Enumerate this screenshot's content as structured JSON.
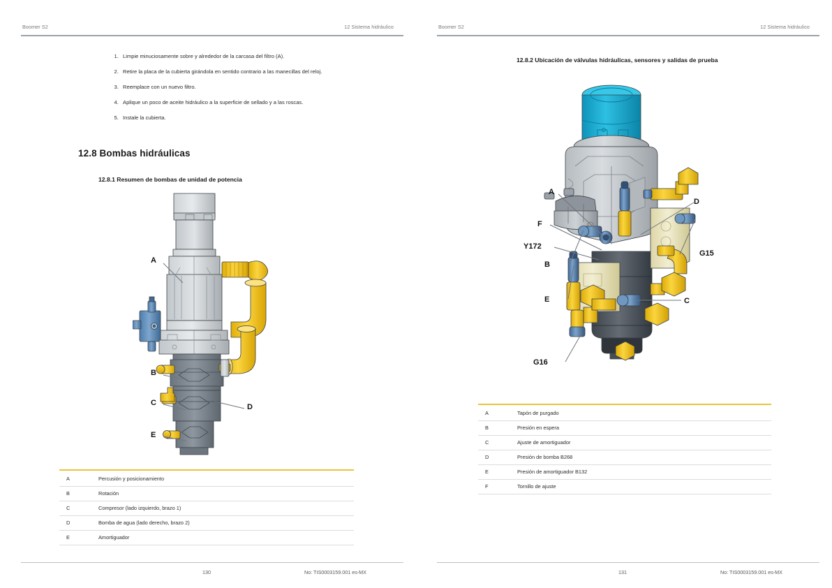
{
  "document": {
    "header_left": "Boomer S2",
    "header_right": "12 Sistema hidráulico",
    "doc_number": "No: TIS0003159.001 es-MX"
  },
  "left_page": {
    "page_number": "130",
    "steps": [
      "Limpie minuciosamente sobre y alrededor de la carcasa del filtro (A).",
      "Retire la placa de la cubierta girándola en sentido contrario a las manecillas del reloj.",
      "Reemplace con un nuevo filtro.",
      "Aplique un poco de aceite hidráulico a la superficie de sellado y a las roscas.",
      "Instale la cubierta."
    ],
    "section_heading": "12.8  Bombas hidráulicas",
    "subsection_heading": "12.8.1 Resumen de bombas de unidad de potencia",
    "figure": {
      "name": "power-pack-pumps-illustration",
      "callouts": [
        "A",
        "B",
        "C",
        "D",
        "E"
      ]
    },
    "table": {
      "rows": [
        {
          "key": "A",
          "value": "Percusión y posicionamiento"
        },
        {
          "key": "B",
          "value": "Rotación"
        },
        {
          "key": "C",
          "value": "Compresor (lado izquierdo, brazo 1)"
        },
        {
          "key": "D",
          "value": "Bomba de agua (lado derecho, brazo 2)"
        },
        {
          "key": "E",
          "value": "Amortiguador"
        }
      ]
    }
  },
  "right_page": {
    "page_number": "131",
    "subsection_heading": "12.8.2 Ubicación de válvulas hidráulicas, sensores y salidas de prueba",
    "figure": {
      "name": "hydraulic-valve-block-illustration",
      "callouts": [
        "A",
        "B",
        "C",
        "D",
        "E",
        "F",
        "Y172",
        "G15",
        "G16"
      ]
    },
    "table": {
      "rows": [
        {
          "key": "A",
          "value": "Tapón de purgado"
        },
        {
          "key": "B",
          "value": "Presión en espera"
        },
        {
          "key": "C",
          "value": "Ajuste de amortiguador"
        },
        {
          "key": "D",
          "value": "Presión de bomba B268"
        },
        {
          "key": "E",
          "value": "Presión de amortiguador B132"
        },
        {
          "key": "F",
          "value": "Tornillo de ajuste"
        }
      ]
    }
  },
  "colors": {
    "accent_rule": "#e8c33a",
    "header_rule": "#9aa2ab",
    "hose_yellow": "#f5c518",
    "cap_blue": "#1aa8ce",
    "valve_blue": "#5f8fc0",
    "body_grey": "#b9bdc1",
    "manifold_dark": "#5a6068",
    "block_cream": "#ece7c4"
  }
}
